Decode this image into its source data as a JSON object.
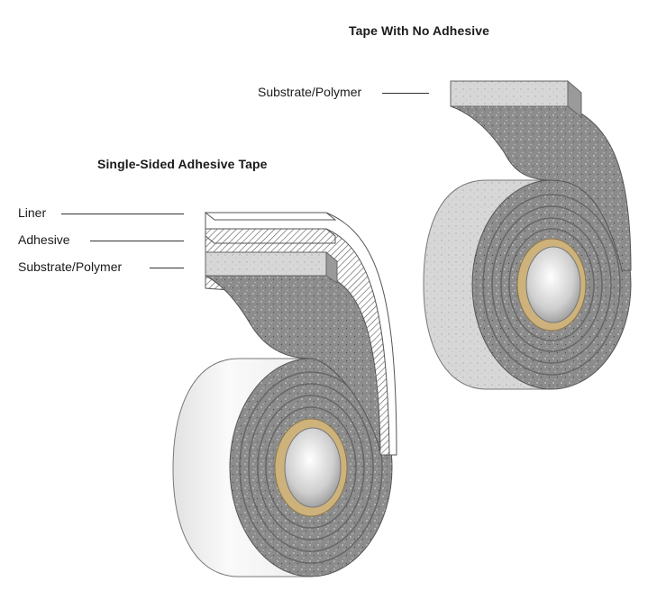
{
  "titles": {
    "no_adhesive": "Tape With No Adhesive",
    "single_sided": "Single-Sided Adhesive Tape"
  },
  "labels": {
    "no_adhesive_substrate": "Substrate/Polymer",
    "liner": "Liner",
    "adhesive": "Adhesive",
    "single_substrate": "Substrate/Polymer"
  },
  "colors": {
    "substrate_gray": "#8a8a8a",
    "substrate_light": "#d4d4d4",
    "roll_side_white": "#f3f3f3",
    "core_tan": "#cdb27c",
    "liner_white": "#ffffff",
    "outline": "#555555"
  }
}
